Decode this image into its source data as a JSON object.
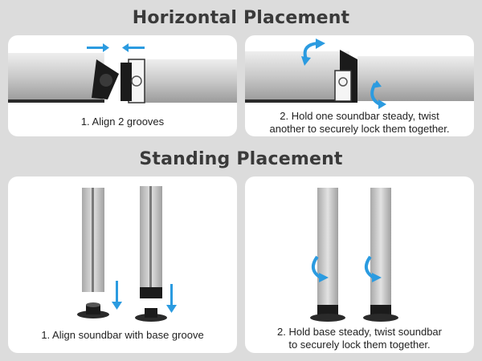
{
  "sections": [
    {
      "title": "Horizontal Placement",
      "panels": [
        {
          "caption": "1. Align 2 grooves"
        },
        {
          "caption_line1": "2. Hold one soundbar steady, twist",
          "caption_line2": "another to securely lock them together."
        }
      ]
    },
    {
      "title": "Standing Placement",
      "panels": [
        {
          "caption": "1. Align soundbar with base groove"
        },
        {
          "caption_line1": "2. Hold base steady, twist soundbar",
          "caption_line2": "to securely lock them together."
        }
      ]
    }
  ],
  "colors": {
    "arrow": "#2b9be0",
    "background": "#dcdcdc",
    "panel": "#ffffff"
  }
}
